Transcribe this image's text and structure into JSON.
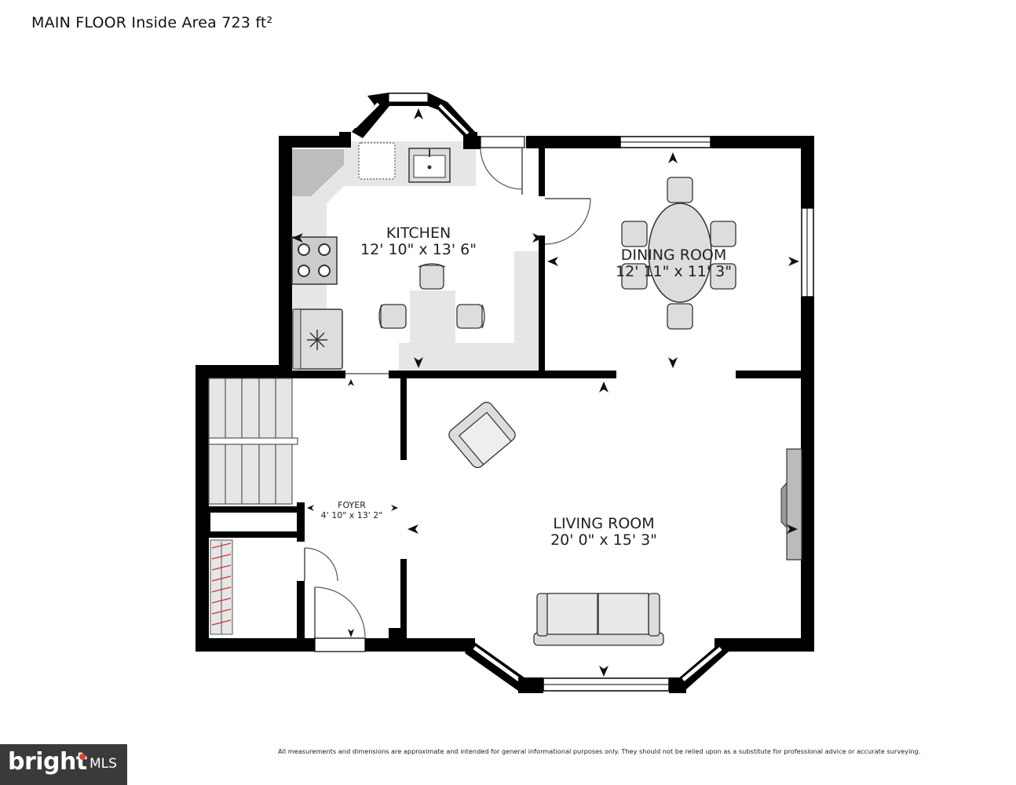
{
  "header": {
    "title": "MAIN FLOOR Inside Area 723 ft²"
  },
  "rooms": {
    "kitchen": {
      "name": "KITCHEN",
      "dims": "12' 10\" x 13' 6\""
    },
    "dining": {
      "name": "DINING ROOM",
      "dims": "12' 11\" x 11' 3\""
    },
    "foyer": {
      "name": "FOYER",
      "dims": "4' 10\" x 13' 2\""
    },
    "living": {
      "name": "LIVING ROOM",
      "dims": "20' 0\" x 15' 3\""
    }
  },
  "footer": {
    "disclaimer": "All measurements and dimensions are approximate and intended for general informational purposes only. They should not be relied upon as a substitute for professional advice or accurate surveying.",
    "logo_word": "bright",
    "logo_mls": "MLS"
  },
  "colors": {
    "wall": "#000000",
    "floor_fixture": "#e6e6e6",
    "fixture_stroke": "#555555",
    "logo_bg": "#3a3a3a",
    "logo_dot": "#e5412d"
  }
}
